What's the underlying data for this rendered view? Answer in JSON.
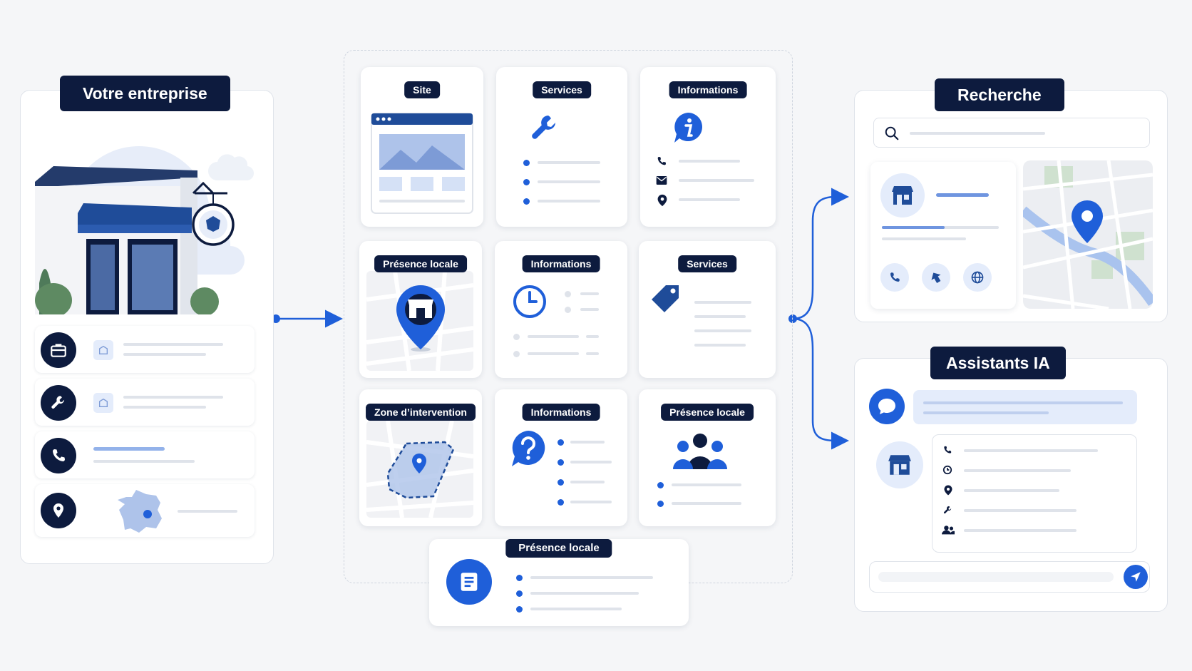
{
  "colors": {
    "navy": "#0d1b3e",
    "blue": "#1f5fd9",
    "light_blue": "#e4ecfb",
    "line_gray": "#dfe3ea"
  },
  "left": {
    "title": "Votre entreprise",
    "rows": [
      {
        "icon": "briefcase-icon"
      },
      {
        "icon": "wrench-icon"
      },
      {
        "icon": "phone-icon"
      },
      {
        "icon": "location-pin-icon"
      }
    ]
  },
  "middle": {
    "cards": [
      {
        "label": "Site",
        "icon": "website-icon"
      },
      {
        "label": "Services",
        "icon": "wrench-icon"
      },
      {
        "label": "Informations",
        "icon": "info-icon"
      },
      {
        "label": "Présence locale",
        "icon": "store-pin-icon"
      },
      {
        "label": "Informations",
        "icon": "clock-icon"
      },
      {
        "label": "Services",
        "icon": "tag-icon"
      },
      {
        "label": "Zone d’intervention",
        "icon": "zone-map-icon"
      },
      {
        "label": "Informations",
        "icon": "question-icon"
      },
      {
        "label": "Présence locale",
        "icon": "people-icon"
      },
      {
        "label": "Présence locale",
        "icon": "document-icon"
      }
    ]
  },
  "right": {
    "search_title": "Recherche",
    "ai_title": "Assistants IA",
    "search_icon": "search-icon",
    "send_icon": "send-icon"
  }
}
